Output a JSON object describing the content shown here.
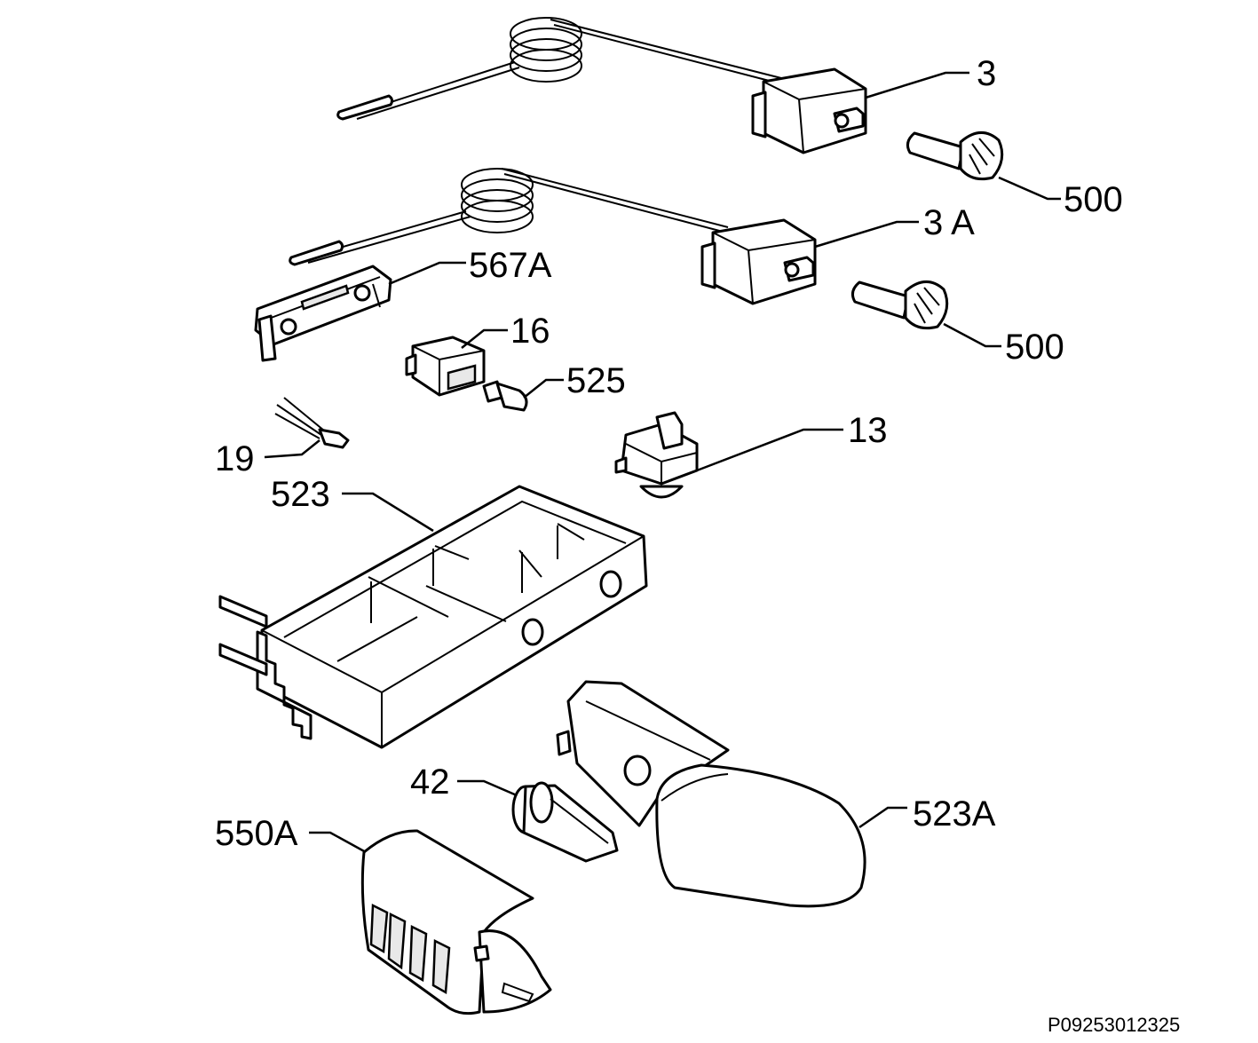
{
  "callouts": {
    "part_3": "3",
    "part_3a": "3 A",
    "part_500_top": "500",
    "part_500_bottom": "500",
    "part_567a": "567A",
    "part_16": "16",
    "part_525": "525",
    "part_13": "13",
    "part_19": "19",
    "part_523": "523",
    "part_42": "42",
    "part_523a": "523A",
    "part_550a": "550A"
  },
  "drawing_code": "P09253012325"
}
